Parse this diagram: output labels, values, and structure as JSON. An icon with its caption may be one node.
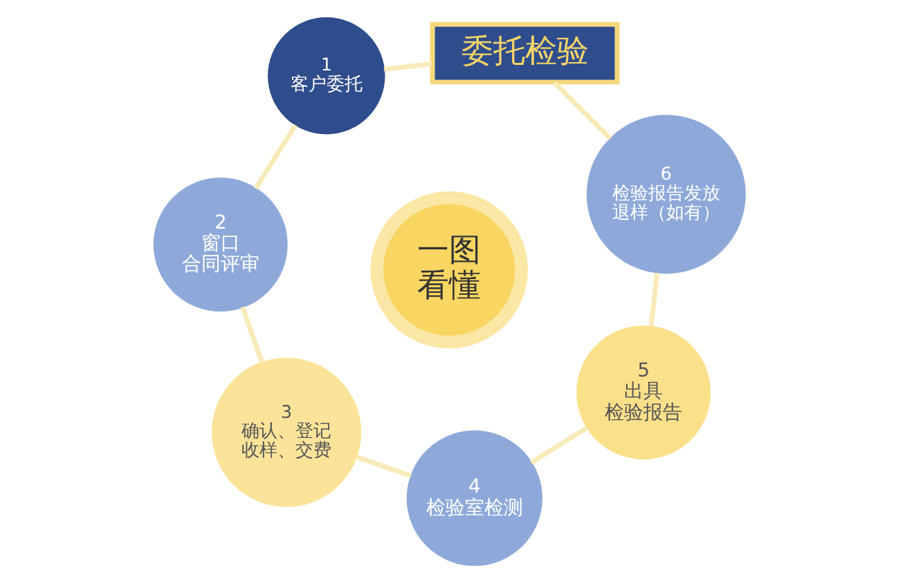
{
  "diagram": {
    "nodes": [
      {
        "text": [
          "委托检验"
        ]
      },
      {
        "text": [
          "1",
          "客户委托"
        ]
      },
      {
        "text": [
          "2",
          "窗口合同评审"
        ]
      },
      {
        "text": [
          "3",
          "确认、登记收样、交费"
        ]
      },
      {
        "text": [
          "4",
          "检验室检测"
        ]
      },
      {
        "text": [
          "5",
          "出具检验报告"
        ]
      },
      {
        "text": [
          "6",
          "检验报告发放退样（如有）"
        ]
      },
      {
        "text": [
          "一图看懂"
        ]
      }
    ],
    "edges": [
      {
        "from": 0,
        "to": 1,
        "arrow": "none"
      },
      {
        "from": 1,
        "to": 2,
        "arrow": "none"
      },
      {
        "from": 2,
        "to": 3,
        "arrow": "none"
      },
      {
        "from": 3,
        "to": 4,
        "arrow": "none"
      },
      {
        "from": 4,
        "to": 5,
        "arrow": "none"
      },
      {
        "from": 5,
        "to": 6,
        "arrow": "none"
      },
      {
        "from": 6,
        "to": 0,
        "arrow": "none"
      }
    ]
  }
}
